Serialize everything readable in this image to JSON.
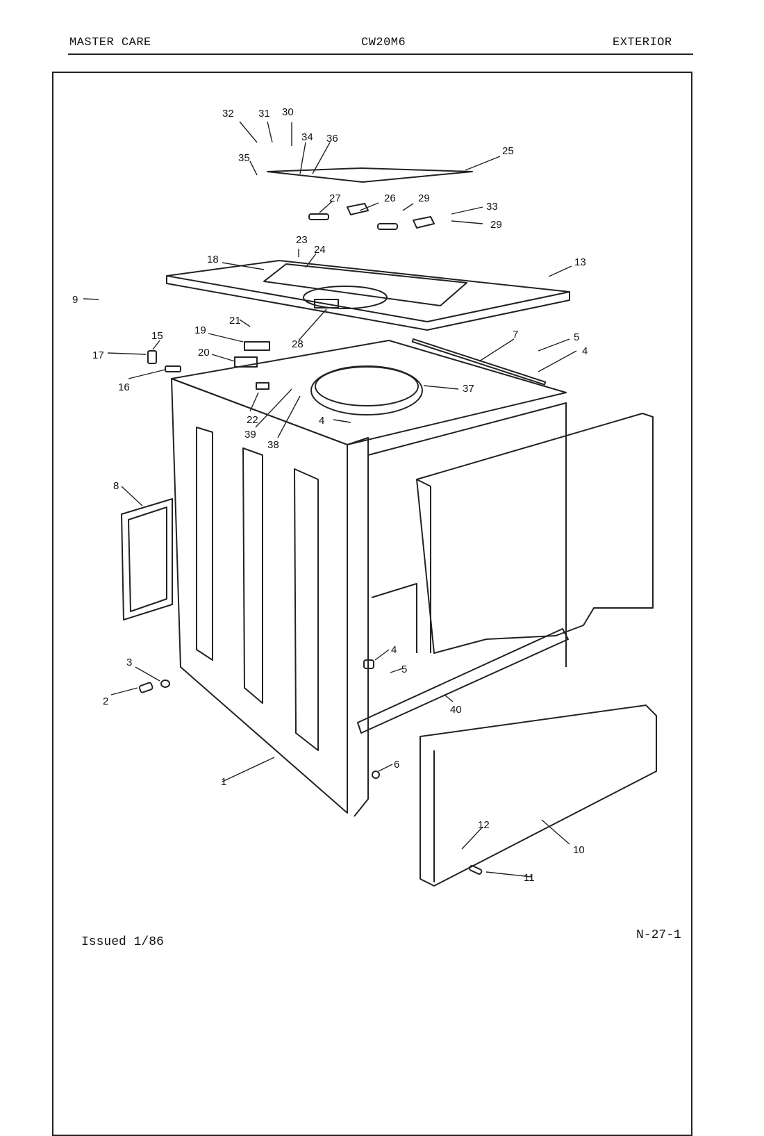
{
  "header": {
    "left": "MASTER CARE",
    "center": "CW20M6",
    "right": "EXTERIOR"
  },
  "footer": {
    "issued": "Issued 1/86",
    "page_code": "N-27-1"
  },
  "callouts": [
    "32",
    "31",
    "30",
    "34",
    "36",
    "35",
    "25",
    "27",
    "26",
    "29",
    "33",
    "29",
    "23",
    "24",
    "18",
    "13",
    "21",
    "19",
    "15",
    "17",
    "20",
    "16",
    "28",
    "7",
    "5",
    "4",
    "37",
    "22",
    "39",
    "38",
    "4",
    "8",
    "9",
    "3",
    "2",
    "4",
    "5",
    "40",
    "6",
    "1",
    "12",
    "10",
    "11"
  ]
}
